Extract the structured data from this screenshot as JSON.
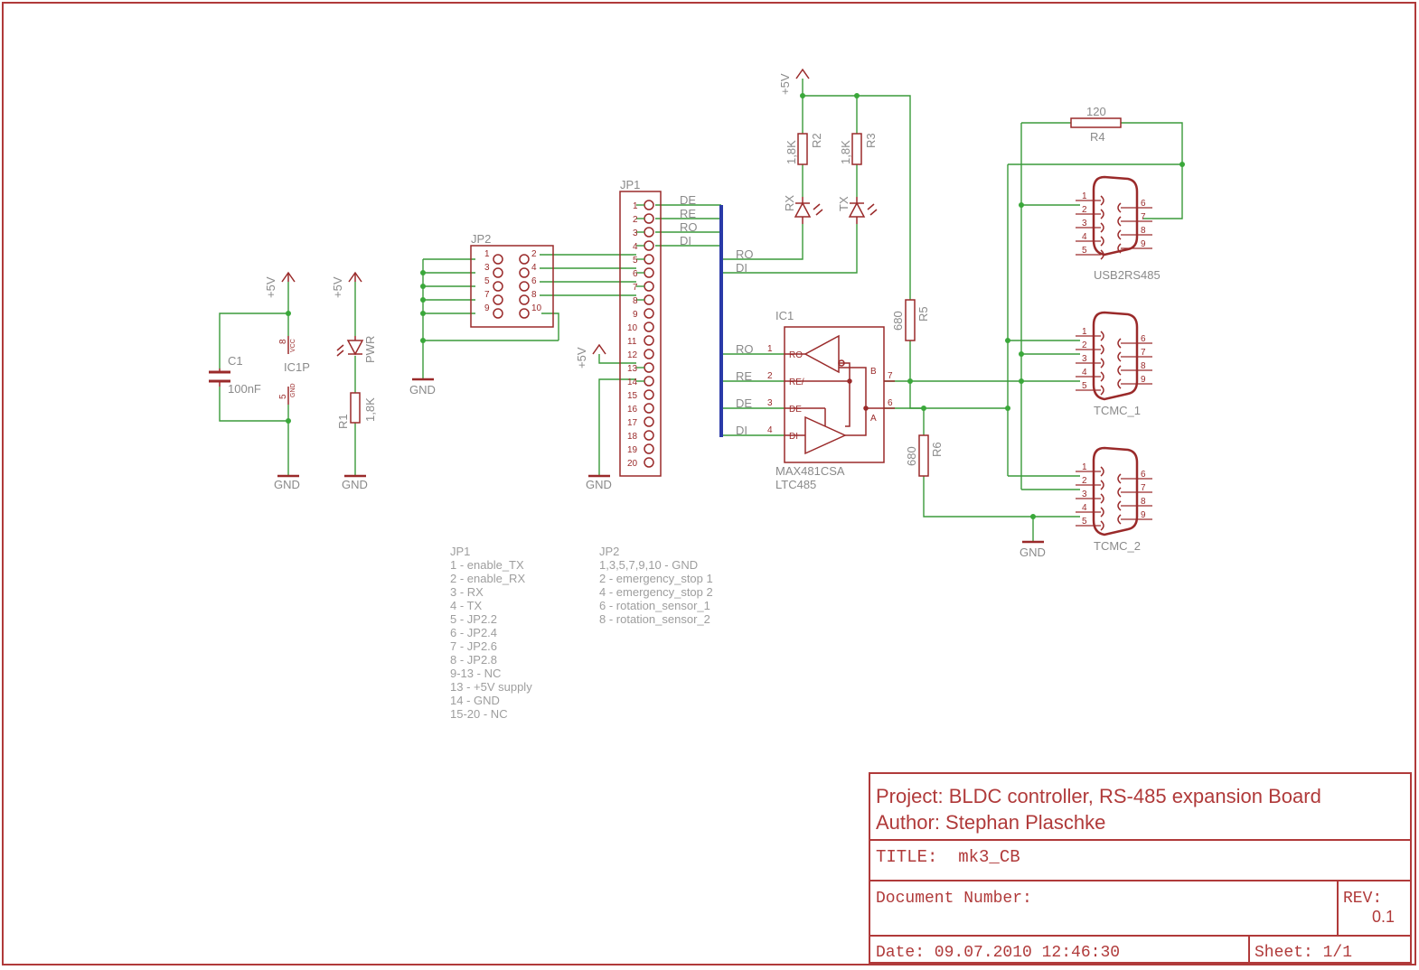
{
  "labels": {
    "c1_name": "C1",
    "c1_value": "100nF",
    "ic1p": "IC1P",
    "vcc": "VCC",
    "gnd_pin": "GND",
    "ic1p_pin8": "8",
    "ic1p_pin5": "5",
    "p5v": "+5V",
    "gnd": "GND",
    "r1_name": "R1",
    "r1_value": "1,8K",
    "pwr": "PWR",
    "jp2": "JP2",
    "jp1": "JP1",
    "r2_name": "R2",
    "r2_value": "1,8K",
    "r3_name": "R3",
    "r3_value": "1,8K",
    "rx": "RX",
    "tx": "TX",
    "r4_name": "R4",
    "r4_value": "120",
    "r5_name": "R5",
    "r5_value": "680",
    "r6_name": "R6",
    "r6_value": "680",
    "ic1": "IC1",
    "max481": "MAX481CSA",
    "ltc485": "LTC485",
    "usb2rs485": "USB2RS485",
    "tcmc_1": "TCMC_1",
    "tcmc_2": "TCMC_2"
  },
  "nets": {
    "de": "DE",
    "re": "RE",
    "ro": "RO",
    "di": "DI"
  },
  "ic1_pins": {
    "ro": "RO",
    "re": "RE/",
    "de": "DE",
    "di": "DI",
    "b": "B",
    "a": "A",
    "n1": "1",
    "n2": "2",
    "n3": "3",
    "n4": "4",
    "n6": "6",
    "n7": "7"
  },
  "jp1_pins": [
    "1",
    "2",
    "3",
    "4",
    "5",
    "6",
    "7",
    "8",
    "9",
    "10",
    "11",
    "12",
    "13",
    "14",
    "15",
    "16",
    "17",
    "18",
    "19",
    "20"
  ],
  "jp2_left": [
    "1",
    "3",
    "5",
    "7",
    "9"
  ],
  "jp2_right": [
    "2",
    "4",
    "6",
    "8",
    "10"
  ],
  "dsub_left": [
    "1",
    "2",
    "3",
    "4",
    "5"
  ],
  "dsub_right": [
    "6",
    "7",
    "8",
    "9"
  ],
  "notes_jp1": [
    "JP1",
    "1 - enable_TX",
    "2 - enable_RX",
    "3 - RX",
    "4 - TX",
    "5 - JP2.2",
    "6 - JP2.4",
    "7 - JP2.6",
    "8 - JP2.8",
    "9-13 - NC",
    "13 - +5V supply",
    "14 - GND",
    "15-20 - NC"
  ],
  "notes_jp2": [
    "JP2",
    "1,3,5,7,9,10 - GND",
    "2 - emergency_stop 1",
    "4 - emergency_stop 2",
    "6 - rotation_sensor_1",
    "8 - rotation_sensor_2"
  ],
  "title_block": {
    "project": "Project: BLDC controller, RS-485 expansion Board",
    "author": "Author: Stephan Plaschke",
    "title": "TITLE:  mk3_CB",
    "doc_number": "Document Number:",
    "rev_label": "REV:",
    "rev": "0.1",
    "date": "Date: 09.07.2010 12:46:30",
    "sheet": "Sheet: 1/1"
  },
  "colors": {
    "frame": "#b03a3a",
    "wire": "#3a9a3a",
    "part": "#9a2a2a",
    "bus": "#2a3aa8",
    "text": "#8a8a8a",
    "junction": "#3aa83a"
  }
}
